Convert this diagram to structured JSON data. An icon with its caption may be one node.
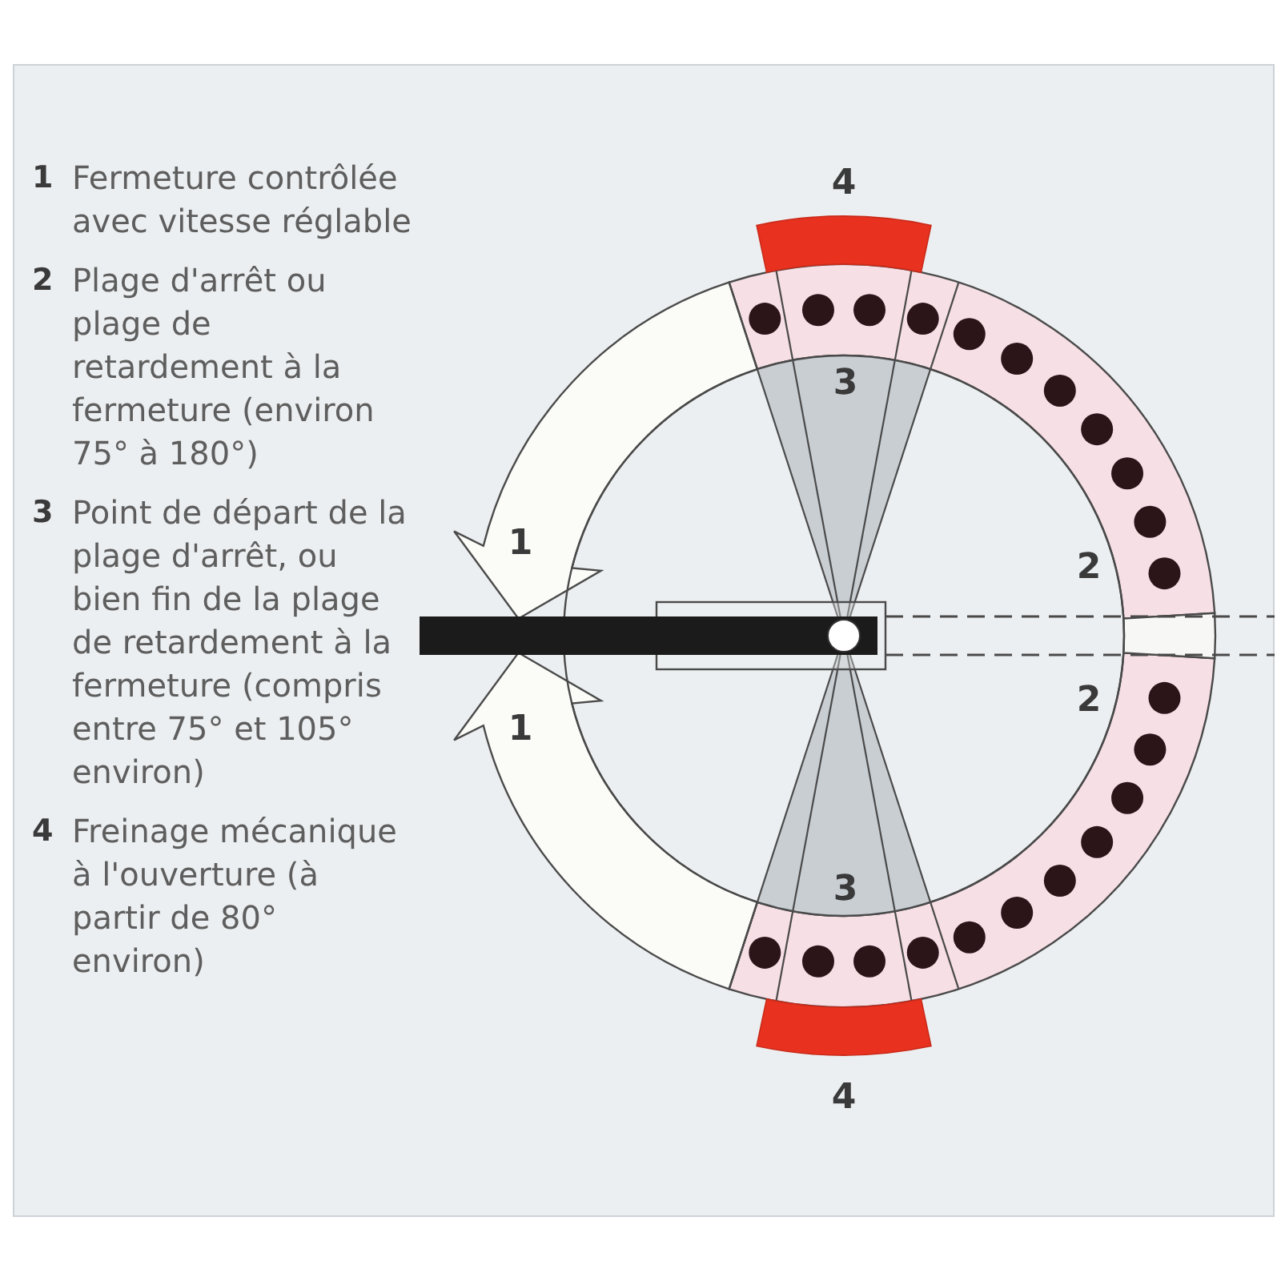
{
  "diagram": {
    "labels": [
      "1",
      "Fermeture contrôlée avec vitesse réglable",
      "2",
      "Plage d'arrêt ou plage de retardement à la fermeture (environ 75° à 180°)",
      "3",
      "Point de départ de la plage d'arrêt, ou bien fin de la plage de retardement à la fermeture (compris entre 75° et 105° environ)",
      "4",
      "Freinage mécanique à l'ouverture (à partir de 80° environ)",
      "4",
      "3",
      "1",
      "2",
      "2",
      "1",
      "3",
      "4"
    ]
  }
}
